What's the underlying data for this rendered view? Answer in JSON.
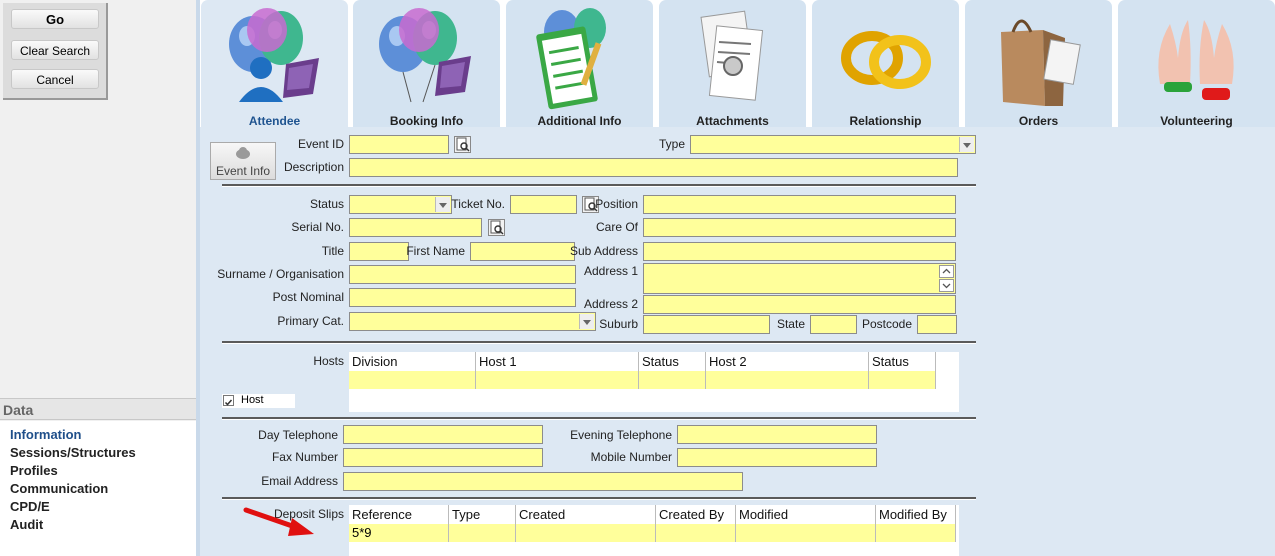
{
  "left_panel": {
    "buttons": {
      "go": "Go",
      "clear_search": "Clear Search",
      "cancel": "Cancel"
    },
    "data_header": "Data",
    "data_items": [
      "Information",
      "Sessions/Structures",
      "Profiles",
      "Communication",
      "CPD/E",
      "Audit"
    ]
  },
  "tabs": [
    {
      "label": "Attendee",
      "icon": "attendee-balloons-icon",
      "active": true
    },
    {
      "label": "Booking Info",
      "icon": "balloons-icon"
    },
    {
      "label": "Additional Info",
      "icon": "clipboard-icon"
    },
    {
      "label": "Attachments",
      "icon": "paperclip-documents-icon"
    },
    {
      "label": "Relationship",
      "icon": "rings-icon"
    },
    {
      "label": "Orders",
      "icon": "shopping-bag-icon"
    },
    {
      "label": "Volunteering",
      "icon": "raised-hands-icon"
    }
  ],
  "event": {
    "event_id_label": "Event ID",
    "type_label": "Type",
    "description_label": "Description",
    "event_info_button": "Event Info"
  },
  "attendee": {
    "status_label": "Status",
    "ticket_no_label": "Ticket No.",
    "position_label": "Position",
    "serial_no_label": "Serial No.",
    "care_of_label": "Care Of",
    "title_label": "Title",
    "first_name_label": "First Name",
    "sub_address_label": "Sub Address",
    "surname_label": "Surname / Organisation",
    "address1_label": "Address 1",
    "post_nominal_label": "Post Nominal",
    "address2_label": "Address 2",
    "primary_cat_label": "Primary Cat.",
    "suburb_label": "Suburb",
    "state_label": "State",
    "postcode_label": "Postcode"
  },
  "hosts": {
    "label": "Hosts",
    "columns": [
      "Division",
      "Host 1",
      "Status",
      "Host 2",
      "Status"
    ],
    "host_checkbox_label": "Host",
    "host_checked": true
  },
  "contact": {
    "day_telephone_label": "Day Telephone",
    "evening_telephone_label": "Evening Telephone",
    "fax_number_label": "Fax Number",
    "mobile_number_label": "Mobile Number",
    "email_address_label": "Email Address"
  },
  "deposit_slips": {
    "label": "Deposit Slips",
    "columns": [
      "Reference",
      "Type",
      "Created",
      "Created By",
      "Modified",
      "Modified By"
    ],
    "rows": [
      [
        "5*9",
        "",
        "",
        "",
        "",
        ""
      ]
    ]
  },
  "colors": {
    "field_yellow": "#ffff9b",
    "active_tab_text": "#1f5490",
    "arrow_red": "#e01010"
  }
}
